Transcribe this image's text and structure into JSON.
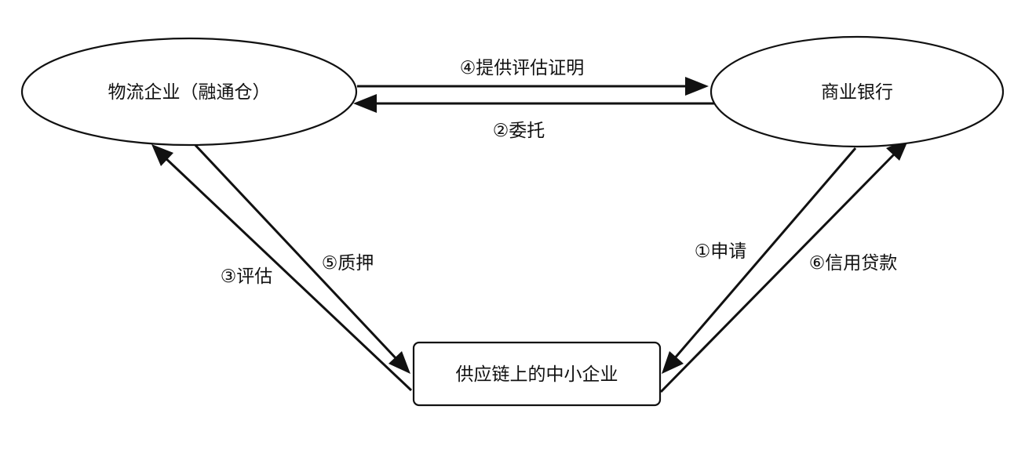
{
  "nodes": {
    "logistics": {
      "label": "物流企业（融通仓）"
    },
    "bank": {
      "label": "商业银行"
    },
    "sme": {
      "label": "供应链上的中小企业"
    }
  },
  "edges": {
    "provide_evaluation": {
      "label": "④提供评估证明"
    },
    "entrust": {
      "label": "②委托"
    },
    "evaluate": {
      "label": "③评估"
    },
    "pledge": {
      "label": "⑤质押"
    },
    "apply": {
      "label": "①申请"
    },
    "credit_loan": {
      "label": "⑥信用贷款"
    }
  },
  "colors": {
    "stroke": "#111111",
    "background": "#ffffff"
  }
}
